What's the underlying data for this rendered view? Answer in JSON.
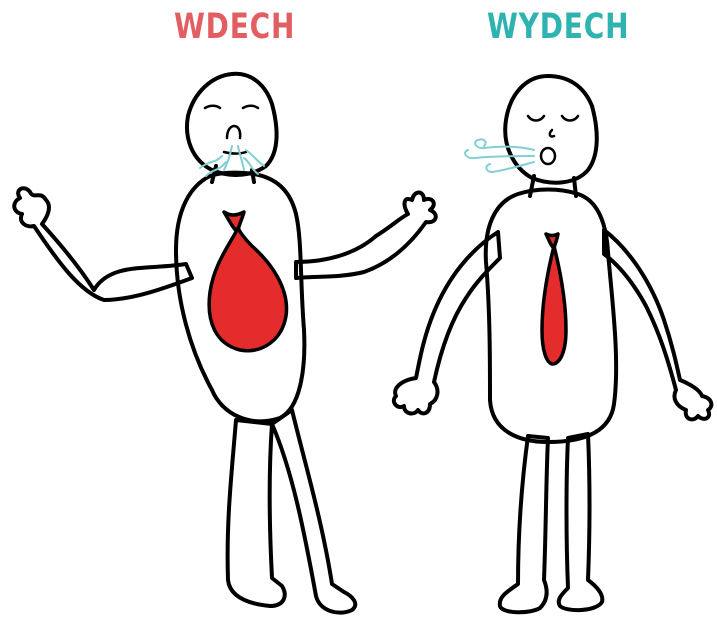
{
  "labels": {
    "inhale": "WDECH",
    "exhale": "WYDECH"
  },
  "colors": {
    "inhale_title": "#e15f63",
    "exhale_title": "#2fb3b0",
    "lungs": "#e52c2c",
    "breath": "#7fcfd3"
  },
  "figures": {
    "inhale": {
      "lungs_state": "inflated"
    },
    "exhale": {
      "lungs_state": "deflated"
    }
  }
}
